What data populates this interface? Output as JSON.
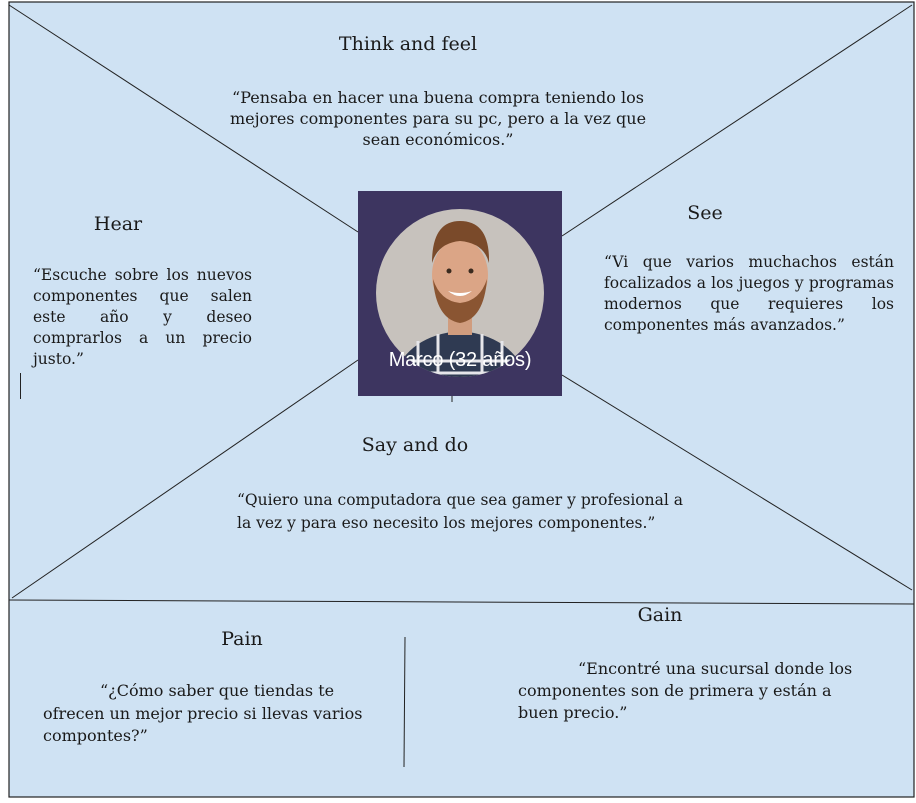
{
  "colors": {
    "background": "#cfe2f3",
    "lines": "#222222",
    "persona_bg": "#3d3560"
  },
  "think_feel": {
    "title": "Think and feel",
    "line1": "“Pensaba en hacer una buena compra teniendo los",
    "line2": "mejores componentes para su pc, pero a la vez que",
    "line3": "sean económicos.”"
  },
  "hear": {
    "title": "Hear",
    "text": "“Escuche sobre los nuevos componentes que salen este año y deseo comprarlos a un precio justo.”"
  },
  "see": {
    "title": "See",
    "text": "“Vi que varios muchachos están focalizados a los juegos y programas modernos que requieres los componentes más avanzados.”"
  },
  "persona": {
    "name": "Marco (32 años)",
    "photo_icon": "person-portrait"
  },
  "say_do": {
    "title": "Say and do",
    "line1": "“Quiero una computadora que sea gamer y profesional a",
    "line2": "la vez y para eso necesito los mejores componentes.”"
  },
  "pain": {
    "title": "Pain",
    "line1": "“¿Cómo saber que tiendas te",
    "line2": "ofrecen un mejor precio si llevas varios",
    "line3": "compontes?”"
  },
  "gain": {
    "title": "Gain",
    "line1": "“Encontré una sucursal donde los",
    "line2": "componentes son de primera y están a",
    "line3": "buen precio.”"
  }
}
